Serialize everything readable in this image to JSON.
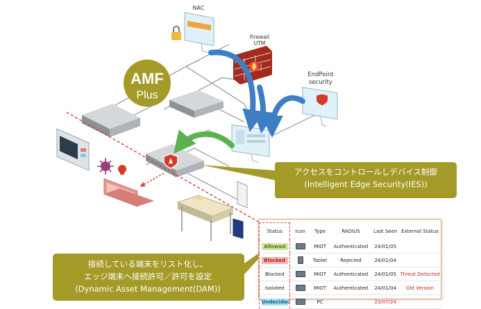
{
  "logo": {
    "line1": "AMF",
    "line2": "Plus"
  },
  "labels": {
    "nac": "NAC",
    "firewall_line1": "Firewall",
    "firewall_line2": "UTM",
    "endpoint_line1": "EndPoint",
    "endpoint_line2": "security"
  },
  "callouts": {
    "ies_line1": "アクセスをコントロールしデバイス制御",
    "ies_line2": "(Intelligent Edge Security(IES))",
    "dam_line1": "接続している端末をリスト化し、",
    "dam_line2": "エッジ端末へ接続許可／許可を設定",
    "dam_line3": "(Dynamic Asset Management(DAM))"
  },
  "colors": {
    "callout_fill": "#a49a28",
    "logo_fill": "#a49a28",
    "arrow_blue": "#3d7ec4",
    "arrow_green": "#5cb24f",
    "dashed_red": "#d24a3a",
    "table_border": "#e4a277"
  },
  "table": {
    "headers": [
      "Status",
      "Icon",
      "Type",
      "RADIUS",
      "Last Seen",
      "External Status"
    ],
    "rows": [
      {
        "status": "Allowed",
        "status_style": "st-allowed",
        "icon": "pc-icon",
        "type": "MIOT",
        "radius": "Authenticated",
        "last_seen": "24/01/05",
        "last_seen_red": false,
        "external": "",
        "external_red": false
      },
      {
        "status": "Blocked",
        "status_style": "st-blocked-hl",
        "icon": "tablet-icon",
        "type": "Tablet",
        "radius": "Rejected",
        "last_seen": "24/01/04",
        "last_seen_red": false,
        "external": "",
        "external_red": false
      },
      {
        "status": "Blocked",
        "status_style": "st-plain",
        "icon": "device-icon",
        "type": "MIOT",
        "radius": "Authenticated",
        "last_seen": "24/01/05",
        "last_seen_red": false,
        "external": "Threat Detected",
        "external_red": true
      },
      {
        "status": "Isolated",
        "status_style": "st-plain",
        "icon": "device-icon",
        "type": "MIOT",
        "radius": "Authenticated",
        "last_seen": "24/01/04",
        "last_seen_red": false,
        "external": "Old Version",
        "external_red": true
      },
      {
        "status": "Undecided",
        "status_style": "st-undecided",
        "icon": "pc-icon",
        "type": "PC",
        "radius": "",
        "last_seen": "23/07/24",
        "last_seen_red": true,
        "external": "",
        "external_red": false
      }
    ]
  }
}
